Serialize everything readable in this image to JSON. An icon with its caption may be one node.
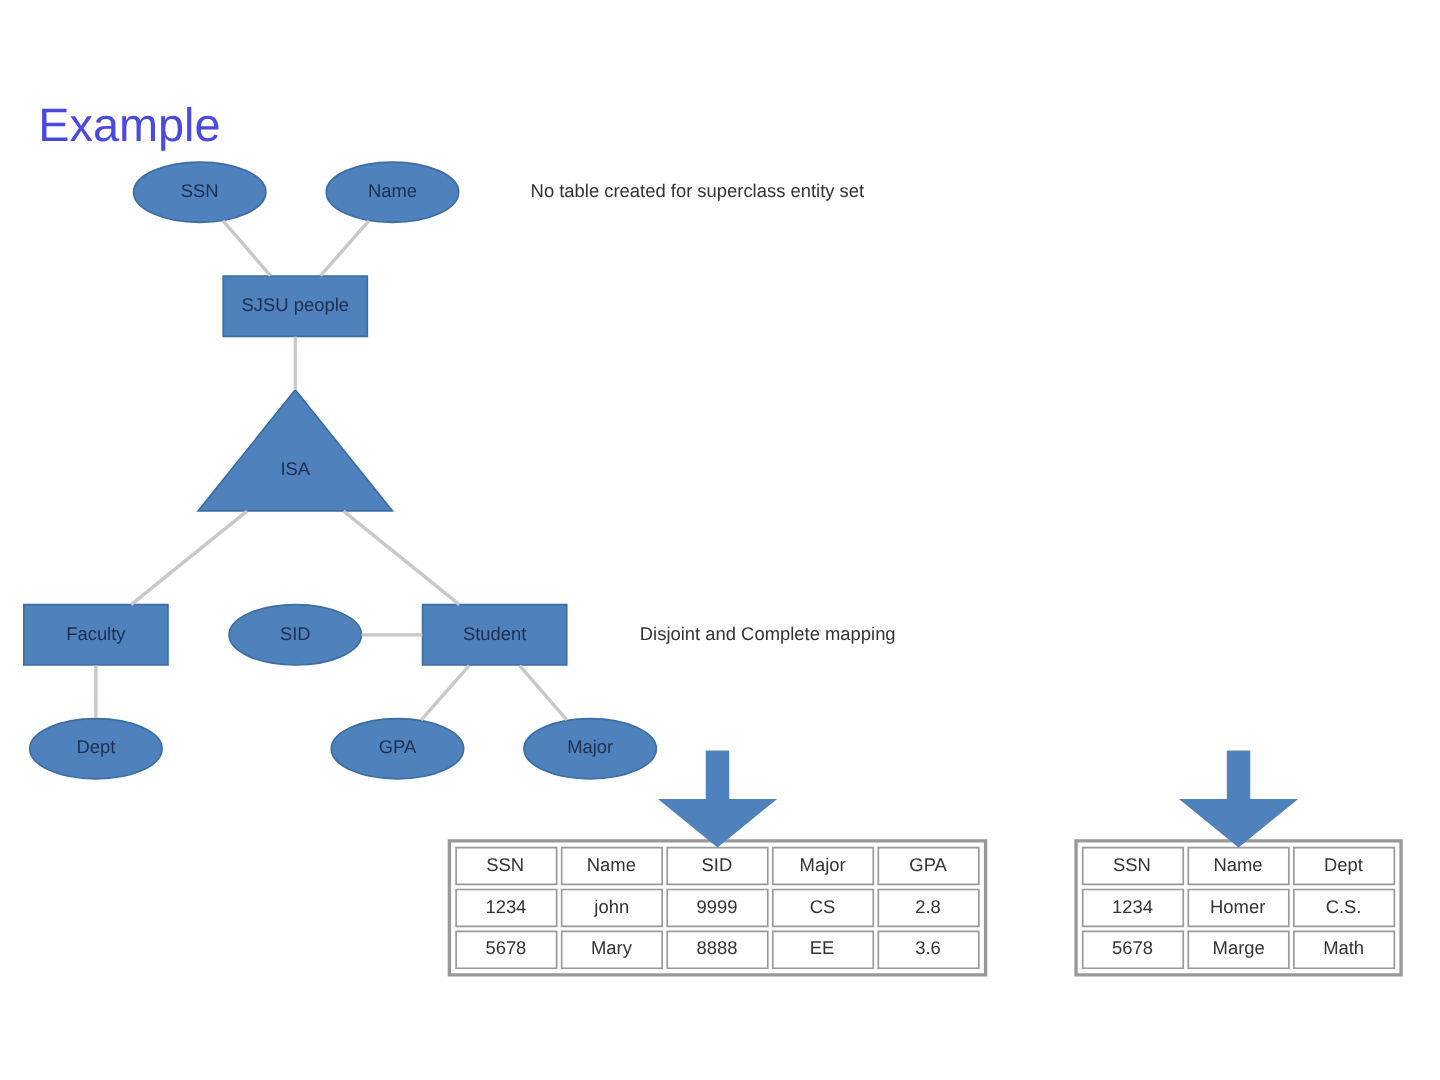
{
  "diagram": {
    "title": "Example",
    "nodes": [
      {
        "text": [
          "SSN"
        ]
      },
      {
        "text": [
          "Name"
        ]
      },
      {
        "text": [
          "SJSU people"
        ]
      },
      {
        "text": [
          "ISA"
        ]
      },
      {
        "text": [
          "SID"
        ]
      },
      {
        "text": [
          "Student"
        ]
      },
      {
        "text": [
          "Faculty"
        ]
      },
      {
        "text": [
          "Major"
        ]
      },
      {
        "text": [
          "GPA"
        ]
      },
      {
        "text": [
          "Dept"
        ]
      },
      {
        "text": [
          "SSN",
          "Name",
          "SID",
          "Major",
          "GPA",
          "1234",
          "john",
          "9999",
          "CS",
          "2.8",
          "5678",
          "Mary",
          "8888",
          "EE",
          "3.6"
        ]
      },
      {
        "text": [
          "SSN",
          "Name",
          "Dept",
          "1234",
          "Homer",
          "C.S.",
          "5678",
          "Marge",
          "Math"
        ]
      }
    ],
    "edges": [
      {
        "from": 0,
        "to": 2,
        "arrow": "none"
      },
      {
        "from": 1,
        "to": 2,
        "arrow": "none"
      },
      {
        "from": 2,
        "to": 3,
        "arrow": "none"
      },
      {
        "from": 3,
        "to": 5,
        "arrow": "none"
      },
      {
        "from": 3,
        "to": 6,
        "arrow": "none"
      },
      {
        "from": 4,
        "to": 5,
        "arrow": "none"
      },
      {
        "from": 5,
        "to": 7,
        "arrow": "none"
      },
      {
        "from": 5,
        "to": 8,
        "arrow": "none"
      },
      {
        "from": 6,
        "to": 9,
        "arrow": "none"
      },
      {
        "from": null,
        "to": 10,
        "arrow": "to",
        "style": "thick",
        "color": "#4f81bd"
      },
      {
        "from": null,
        "to": 11,
        "arrow": "to",
        "style": "thick",
        "color": "#4f81bd"
      }
    ],
    "labels": [
      "No table created for superclass entity set",
      "Disjoint and Complete mapping"
    ]
  }
}
